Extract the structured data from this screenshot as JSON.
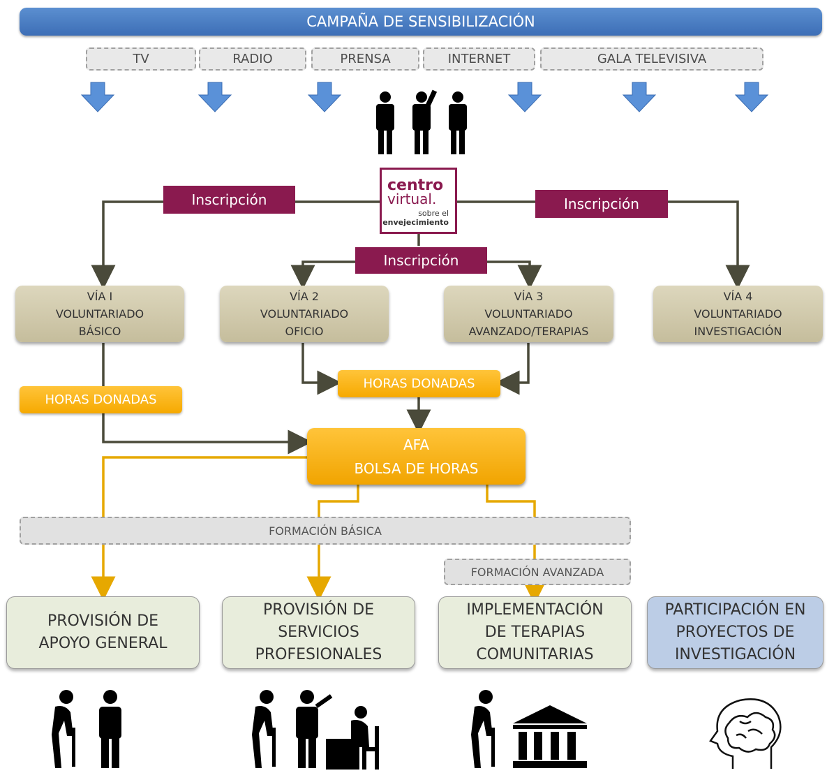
{
  "campaign": {
    "title": "CAMPAÑA DE SENSIBILIZACIÓN"
  },
  "media": [
    "TV",
    "RADIO",
    "PRENSA",
    "INTERNET",
    "GALA TELEVISIVA"
  ],
  "logo": {
    "line1": "centro",
    "line2": "virtual.",
    "line3": "sobre el",
    "line4": "envejecimiento"
  },
  "inscripcion_label": "Inscripción",
  "vias": [
    {
      "line1": "VÍA I",
      "line2": "VOLUNTARIADO",
      "line3": "BÁSICO"
    },
    {
      "line1": "VÍA 2",
      "line2": "VOLUNTARIADO",
      "line3": "OFICIO"
    },
    {
      "line1": "VÍA 3",
      "line2": "VOLUNTARIADO",
      "line3": "AVANZADO/TERAPIAS"
    },
    {
      "line1": "VÍA 4",
      "line2": "VOLUNTARIADO",
      "line3": "INVESTIGACIÓN"
    }
  ],
  "horas_donadas_label": "HORAS DONADAS",
  "afa": {
    "line1": "AFA",
    "line2": "BOLSA DE HORAS"
  },
  "formacion_basica": "FORMACIÓN BÁSICA",
  "formacion_avanzada": "FORMACIÓN AVANZADA",
  "outcomes": [
    {
      "line1": "PROVISIÓN DE",
      "line2": "APOYO GENERAL"
    },
    {
      "line1": "PROVISIÓN DE",
      "line2": "SERVICIOS",
      "line3": "PROFESIONALES"
    },
    {
      "line1": "IMPLEMENTACIÓN",
      "line2": "DE TERAPIAS",
      "line3": "COMUNITARIAS"
    },
    {
      "line1": "PARTICIPACIÓN EN",
      "line2": "PROYECTOS DE",
      "line3": "INVESTIGACIÓN"
    }
  ],
  "colors": {
    "banner": "#4a7fc4",
    "inscripcion": "#8a1a4f",
    "via": "#d4cdb0",
    "horas": "#f8b000",
    "flow_line": "#4a4a3a",
    "gold_line": "#e6a800",
    "outcome_green": "#e8eddc",
    "outcome_blue": "#bccde6"
  },
  "icons": [
    "down-arrow-icon",
    "people-group-icon",
    "elderly-person-icon",
    "person-icon",
    "teacher-icon",
    "desk-worker-icon",
    "institution-building-icon",
    "brain-head-icon"
  ]
}
